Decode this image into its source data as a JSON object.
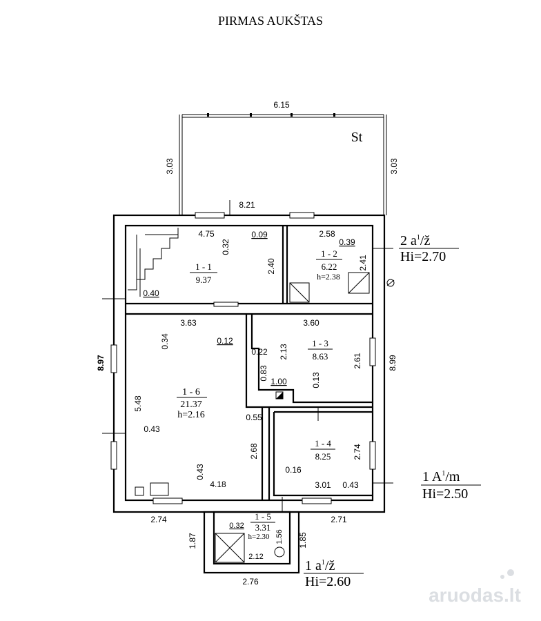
{
  "title": "PIRMAS AUKŠTAS",
  "terrace": {
    "label": "St",
    "width": "6.15",
    "left_depth": "3.03",
    "right_depth": "3.03"
  },
  "overall": {
    "top_width": "8.21",
    "left_height": "8.97",
    "right_height": "8.99"
  },
  "rooms": [
    {
      "id": "1 - 1",
      "area": "9.37"
    },
    {
      "id": "1 - 2",
      "area": "6.22",
      "height": "h=2.38"
    },
    {
      "id": "1 - 3",
      "area": "8.63"
    },
    {
      "id": "1 - 4",
      "area": "8.25"
    },
    {
      "id": "1 - 5",
      "area": "3.31",
      "height": "h=2.30"
    },
    {
      "id": "1 - 6",
      "area": "21.37",
      "height": "h=2.16"
    }
  ],
  "dims": {
    "d475": "4.75",
    "d032": "0.32",
    "d009": "0.09",
    "d258": "2.58",
    "d039": "0.39",
    "d240": "2.40",
    "d241": "2.41",
    "d040": "0.40",
    "d363": "3.63",
    "d034": "0.34",
    "d012": "0.12",
    "d022": "0.22",
    "d213": "2.13",
    "d083": "0.83",
    "d100": "1.00",
    "d013": "0.13",
    "d360": "3.60",
    "d261": "2.61",
    "d548": "5.48",
    "d055": "0.55",
    "d043a": "0.43",
    "d268": "2.68",
    "d043b": "0.43",
    "d418": "4.18",
    "d274a": "2.74",
    "d016": "0.16",
    "d301": "3.01",
    "d043c": "0.43",
    "d274b": "2.74",
    "d271": "2.71",
    "d032b": "0.32",
    "d156": "1.56",
    "d212": "2.12",
    "d187": "1.87",
    "d185": "1.85",
    "d276": "2.76"
  },
  "annotations": {
    "a1_main": "2 a",
    "a1_sup": "1",
    "a1_tail": "/ž",
    "a1_hi": "Hi=2.70",
    "a2_main": "1 A",
    "a2_sup": "1",
    "a2_tail": "/m",
    "a2_hi": "Hi=2.50",
    "a3_main": "1 a",
    "a3_sup": "1",
    "a3_tail": "/ž",
    "a3_hi": "Hi=2.60"
  },
  "watermark": "aruodas.lt"
}
